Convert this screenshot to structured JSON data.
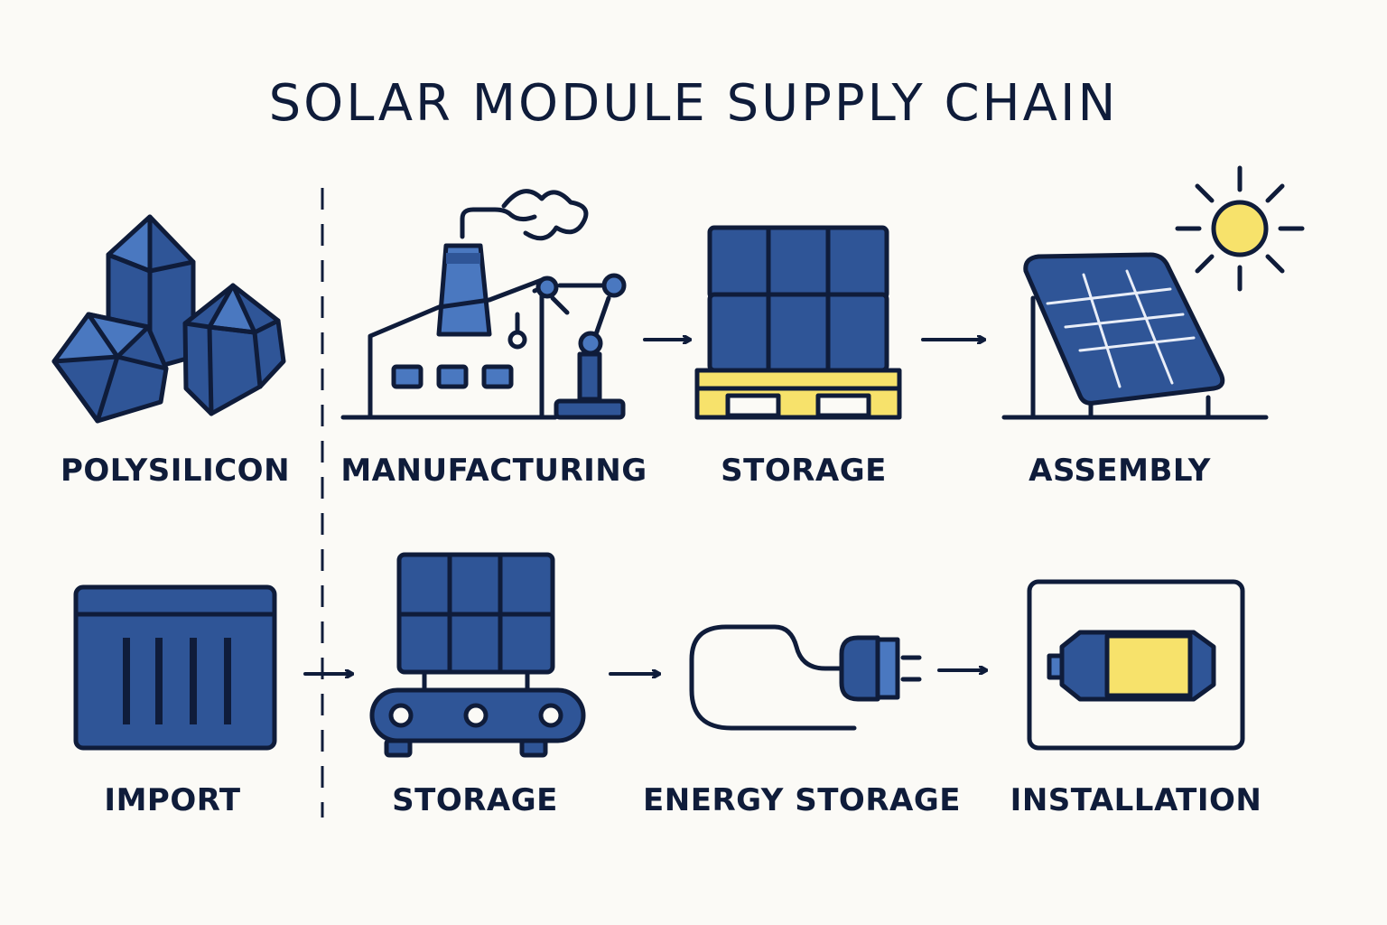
{
  "title": "SOLAR MODULE SUPPLY CHAIN",
  "colors": {
    "outline": "#0f1c3a",
    "fill_dark": "#2f5597",
    "fill_light": "#4a78c0",
    "accent_yellow": "#f7e26b",
    "background": "#fbfaf6"
  },
  "steps": {
    "polysilicon": {
      "label": "POLYSILICON",
      "icon": "crystals-icon"
    },
    "manufacturing": {
      "label": "MANUFACTURING",
      "icon": "factory-icon"
    },
    "storage_top": {
      "label": "STORAGE",
      "icon": "pallet-icon"
    },
    "assembly": {
      "label": "ASSEMBLY",
      "icon": "solar-panel-icon"
    },
    "import": {
      "label": "IMPORT",
      "icon": "container-icon"
    },
    "storage_bottom": {
      "label": "STORAGE",
      "icon": "conveyor-icon"
    },
    "energy_storage": {
      "label": "ENERGY STORAGE",
      "icon": "plug-icon"
    },
    "installation": {
      "label": "INSTALLATION",
      "icon": "battery-icon"
    }
  }
}
